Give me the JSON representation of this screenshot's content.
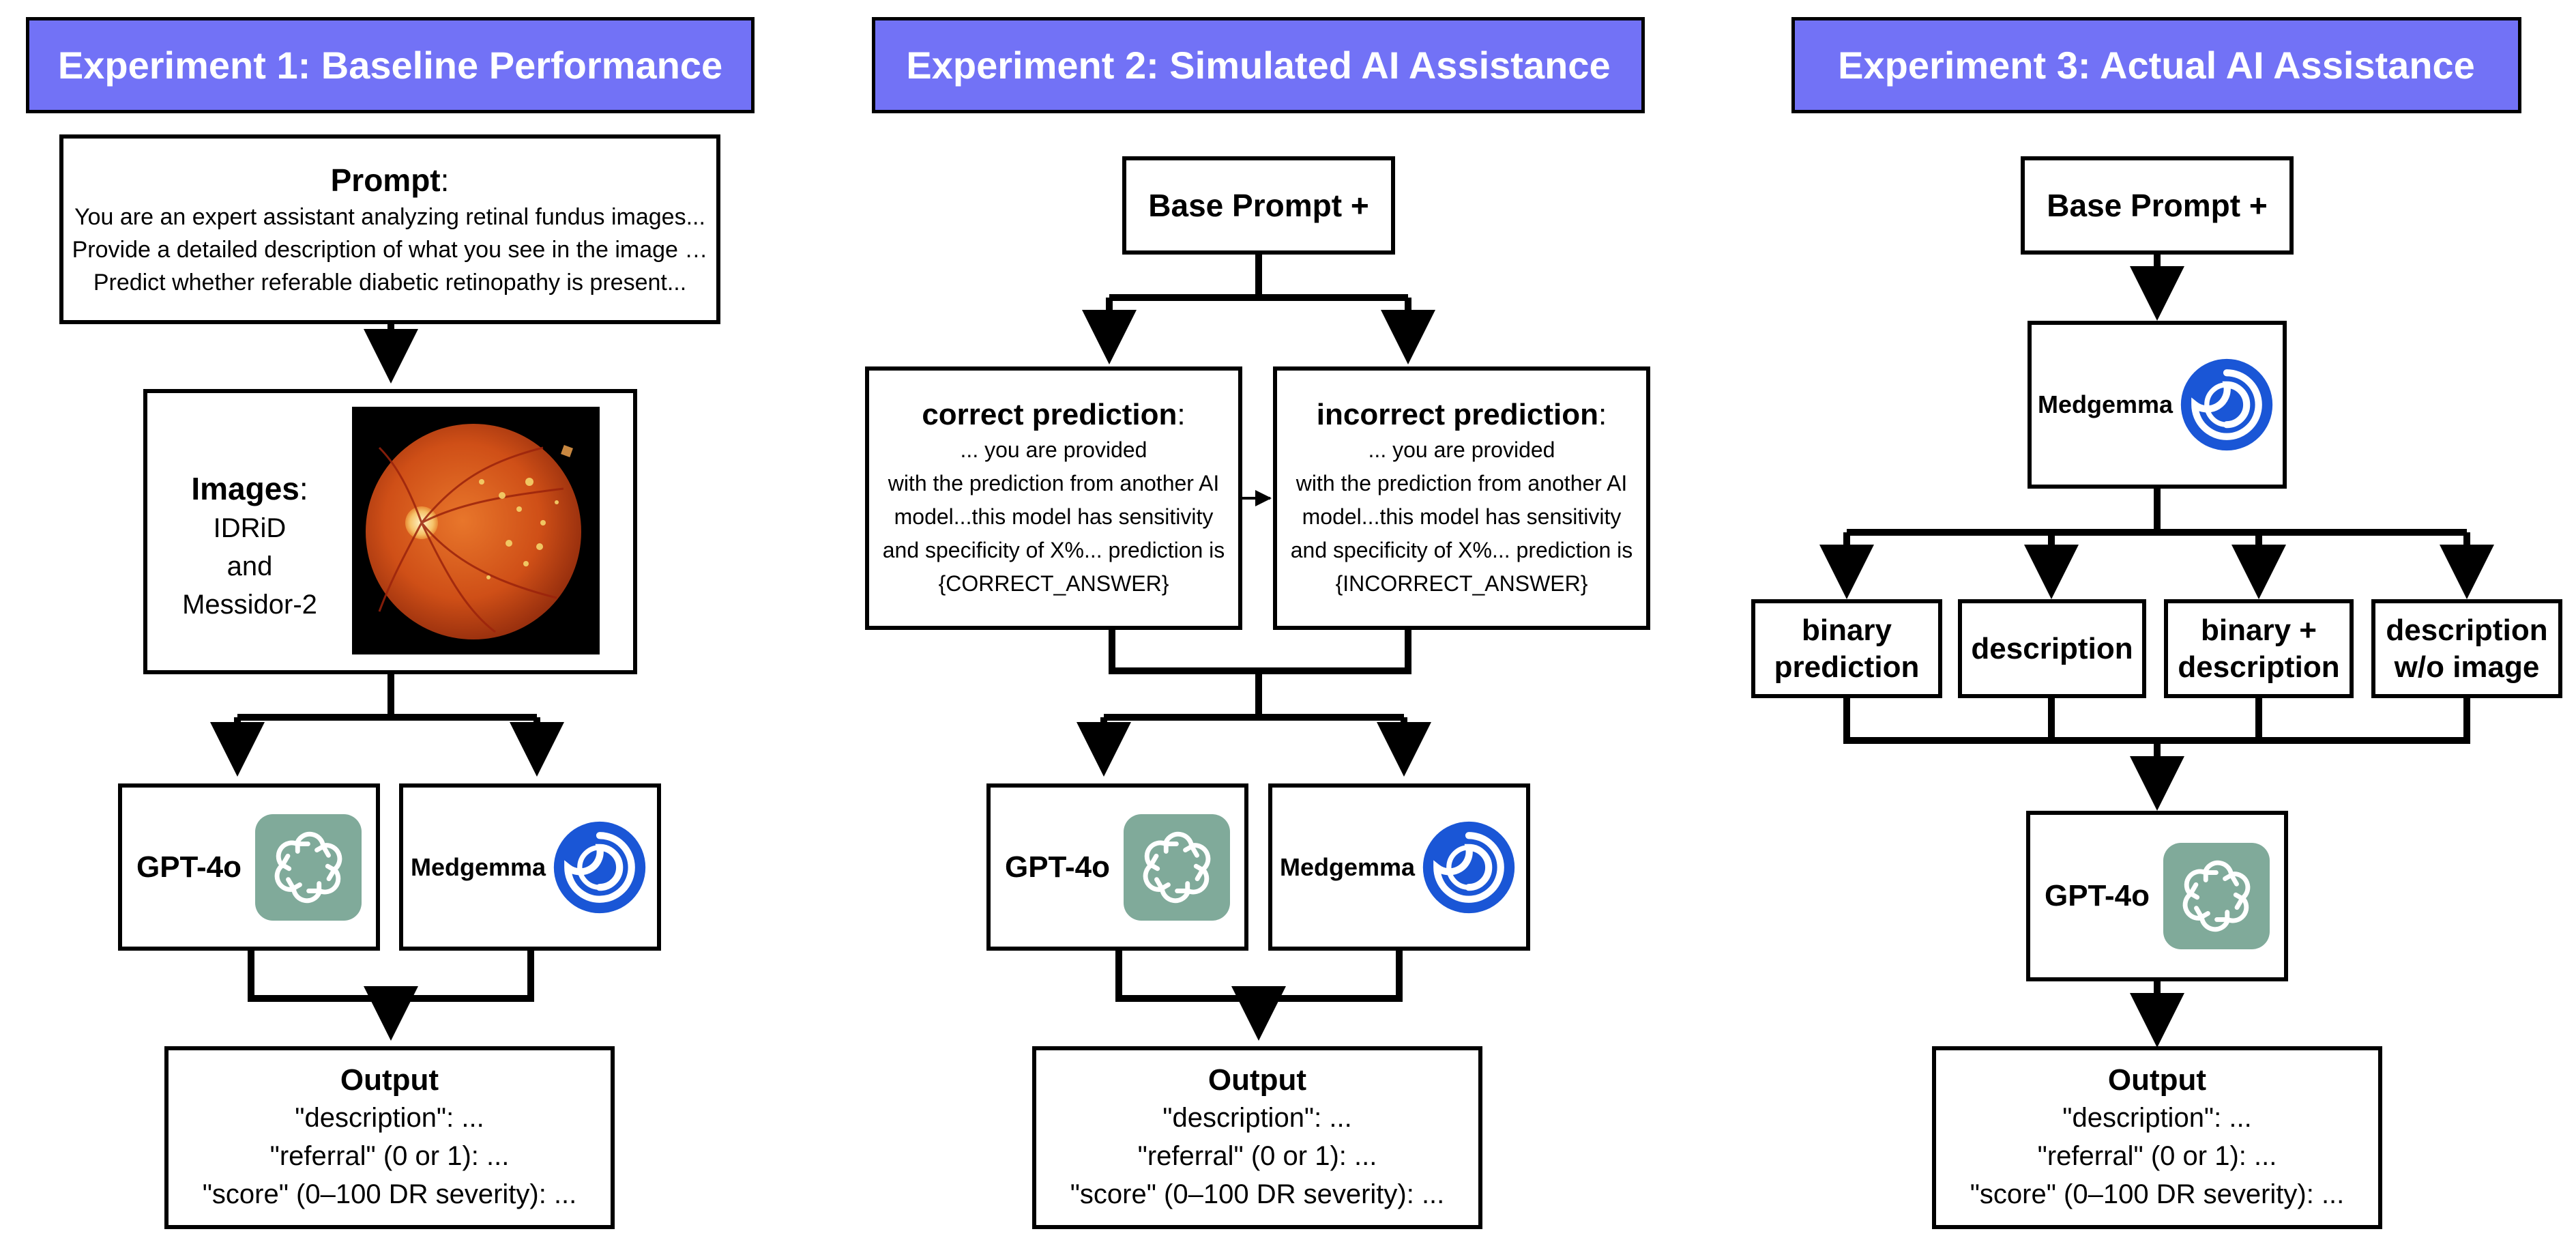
{
  "experiment1": {
    "title": "Experiment 1: Baseline Performance",
    "prompt_label": "Prompt",
    "prompt_colon": ":",
    "prompt_lines": [
      "You are an expert assistant analyzing retinal fundus images...",
      "Provide a detailed description of what you see in the image …",
      "Predict whether referable diabetic retinopathy is present..."
    ],
    "images_label": "Images",
    "images_colon": ":",
    "images_datasets": [
      "IDRiD",
      "and",
      "Messidor-2"
    ],
    "models": [
      "GPT-4o",
      "Medgemma"
    ],
    "output_title": "Output",
    "output_lines": [
      "\"description\": ...",
      "\"referral\" (0 or 1): ...",
      "\"score\" (0–100 DR severity): ..."
    ]
  },
  "experiment2": {
    "title": "Experiment 2: Simulated AI Assistance",
    "base_prompt": "Base Prompt +",
    "correct_label": "correct prediction",
    "incorrect_label": "incorrect prediction",
    "colon": ":",
    "correct_lines": [
      "... you are provided",
      "with the prediction from another AI",
      "model...this model has sensitivity",
      "and specificity of X%... prediction is",
      "{CORRECT_ANSWER}"
    ],
    "incorrect_lines": [
      "... you are provided",
      "with the prediction from another AI",
      "model...this model has sensitivity",
      "and specificity of X%... prediction is",
      "{INCORRECT_ANSWER}"
    ],
    "models": [
      "GPT-4o",
      "Medgemma"
    ],
    "output_title": "Output",
    "output_lines": [
      "\"description\": ...",
      "\"referral\" (0 or 1): ...",
      "\"score\" (0–100 DR severity): ..."
    ]
  },
  "experiment3": {
    "title": "Experiment 3: Actual AI Assistance",
    "base_prompt": "Base Prompt +",
    "assistant_model": "Medgemma",
    "variants": [
      [
        "binary",
        "prediction"
      ],
      [
        "description"
      ],
      [
        "binary +",
        "description"
      ],
      [
        "description",
        "w/o image"
      ]
    ],
    "final_model": "GPT-4o",
    "output_title": "Output",
    "output_lines": [
      "\"description\": ...",
      "\"referral\" (0 or 1): ...",
      "\"score\" (0–100 DR severity): ..."
    ]
  },
  "colors": {
    "header_fill": "#7272f6",
    "header_text": "#ffffff",
    "gpt_tile": "#80aa9a",
    "medgemma_blue": "#1a56d6",
    "fundus_orange": "#d2531a",
    "line": "#000000"
  },
  "icons": [
    "openai-logo-icon",
    "medgemma-logo-icon",
    "fundus-image"
  ]
}
